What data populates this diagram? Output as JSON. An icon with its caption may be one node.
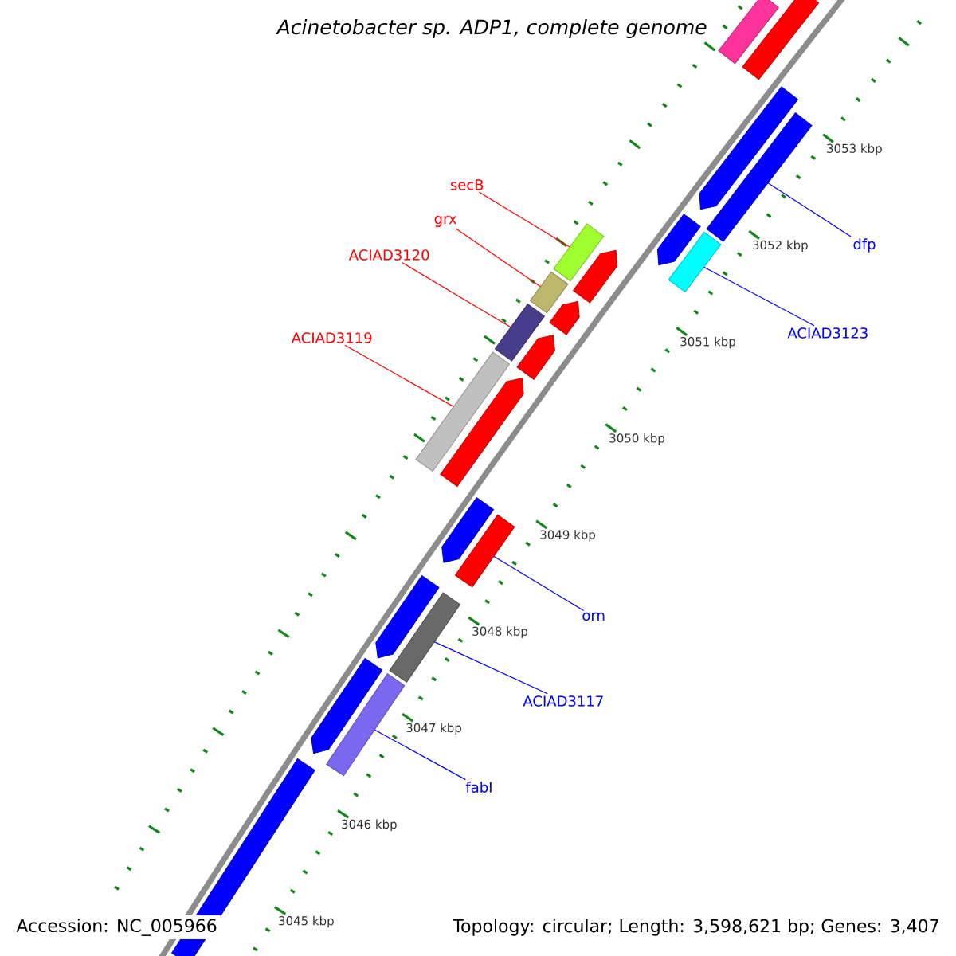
{
  "diagram": {
    "title": "Acinetobacter sp. ADP1, complete genome",
    "nodes": [
      {
        "text": [
          "secB"
        ]
      },
      {
        "text": [
          "grx"
        ]
      },
      {
        "text": [
          "ACIAD3120"
        ]
      },
      {
        "text": [
          "ACIAD3119"
        ]
      },
      {
        "text": [
          "dfp"
        ]
      },
      {
        "text": [
          "ACIAD3123"
        ]
      },
      {
        "text": [
          "orn"
        ]
      },
      {
        "text": [
          "ACIAD3117"
        ]
      },
      {
        "text": [
          "fabI"
        ]
      },
      {
        "text": [],
        "shape": "bar"
      },
      {
        "text": [],
        "shape": "bar"
      },
      {
        "text": [],
        "shape": "pentagon"
      },
      {
        "text": [],
        "shape": "bar"
      },
      {
        "text": [],
        "shape": "pentagon"
      },
      {
        "text": [],
        "shape": "bar"
      },
      {
        "text": [],
        "shape": "bar"
      },
      {
        "text": [],
        "shape": "pentagon"
      },
      {
        "text": [],
        "shape": "bar"
      },
      {
        "text": [],
        "shape": "pentagon"
      },
      {
        "text": [],
        "shape": "bar"
      },
      {
        "text": [],
        "shape": "pentagon"
      },
      {
        "text": [],
        "shape": "bar"
      },
      {
        "text": [],
        "shape": "pentagon"
      },
      {
        "text": [],
        "shape": "pentagon"
      },
      {
        "text": [],
        "shape": "bar"
      },
      {
        "text": [],
        "shape": "pentagon"
      },
      {
        "text": [],
        "shape": "bar"
      },
      {
        "text": [],
        "shape": "pentagon"
      },
      {
        "text": [],
        "shape": "bar"
      },
      {
        "text": [],
        "shape": "bar"
      }
    ],
    "edges": [
      {
        "from": 0,
        "to": 15,
        "arrow": "none",
        "color": "#ff0000"
      },
      {
        "from": 1,
        "to": 17,
        "arrow": "none",
        "color": "#ff0000"
      },
      {
        "from": 2,
        "to": 19,
        "arrow": "none",
        "color": "#ff0000"
      },
      {
        "from": 3,
        "to": 21,
        "arrow": "none",
        "color": "#ff0000"
      },
      {
        "from": 4,
        "to": 12,
        "arrow": "none"
      },
      {
        "from": 5,
        "to": 14,
        "arrow": "none"
      },
      {
        "from": 6,
        "to": 24,
        "arrow": "none"
      },
      {
        "from": 7,
        "to": 26,
        "arrow": "none"
      },
      {
        "from": 8,
        "to": 28,
        "arrow": "none"
      }
    ],
    "labels": [
      "3053 kbp",
      "3052 kbp",
      "3051 kbp",
      "3050 kbp",
      "3049 kbp",
      "3048 kbp",
      "3047 kbp",
      "3046 kbp",
      "3045 kbp",
      "Accession: NC_005966",
      "Topology: circular; Length: 3,598,621 bp; Genes: 3,407"
    ]
  }
}
